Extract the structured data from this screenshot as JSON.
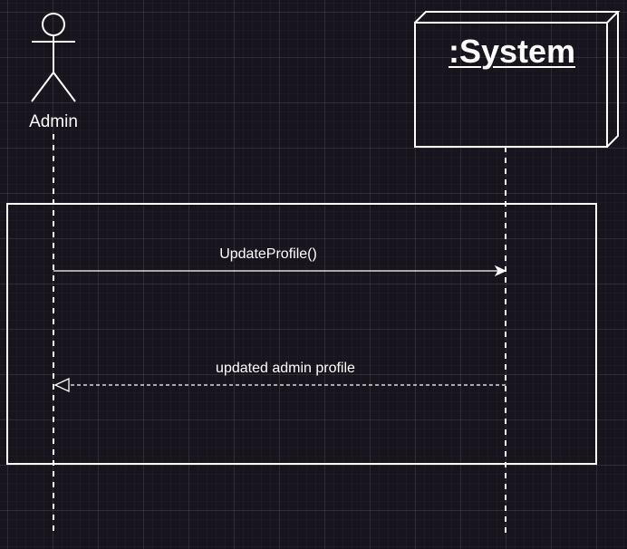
{
  "diagram": {
    "actor": {
      "name": "Admin"
    },
    "system": {
      "title": ":System"
    },
    "messages": [
      {
        "label": "UpdateProfile()",
        "kind": "synchronous call"
      },
      {
        "label": "updated admin profile",
        "kind": "return"
      }
    ]
  },
  "colors": {
    "background": "#18141d",
    "stroke": "#ffffff",
    "grid": "#2b2830"
  }
}
